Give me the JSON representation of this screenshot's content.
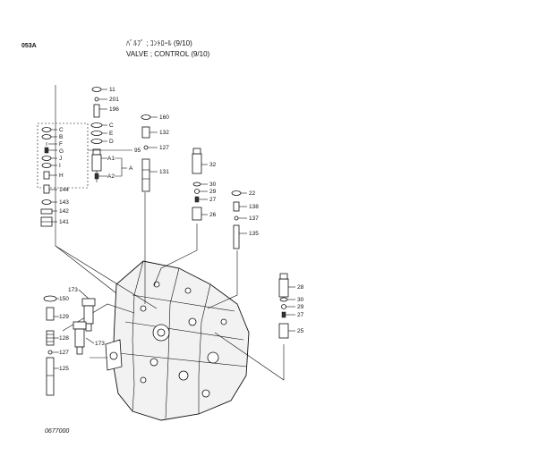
{
  "header": {
    "code": "053A",
    "title_jp": "ﾊﾞﾙﾌﾞ ; ｺﾝﾄﾛｰﾙ (9/10)",
    "title_en": "VALVE ; CONTROL (9/10)"
  },
  "figure_number": "0677000",
  "callouts": {
    "c11": "11",
    "c201": "201",
    "c196": "196",
    "C1": "C",
    "C2": "C",
    "B": "B",
    "E": "E",
    "F": "F",
    "D": "D",
    "G": "G",
    "J": "J",
    "I": "I",
    "H": "H",
    "A1": "A1",
    "A": "A",
    "A2": "A2",
    "c95": "95",
    "c144": "144",
    "c143": "143",
    "c142": "142",
    "c141": "141",
    "c160": "160",
    "c132": "132",
    "c127a": "127",
    "c131": "131",
    "c32": "32",
    "c30a": "30",
    "c29a": "29",
    "c27": "27",
    "c26": "26",
    "c22": "22",
    "c138": "138",
    "c137": "137",
    "c135": "135",
    "c173a": "173",
    "c173b": "173",
    "c150": "150",
    "c129": "129",
    "c128": "128",
    "c127b": "127",
    "c125": "125",
    "c28": "28",
    "c30b": "30",
    "c29b": "29",
    "c27b": "27",
    "c25": "25"
  }
}
